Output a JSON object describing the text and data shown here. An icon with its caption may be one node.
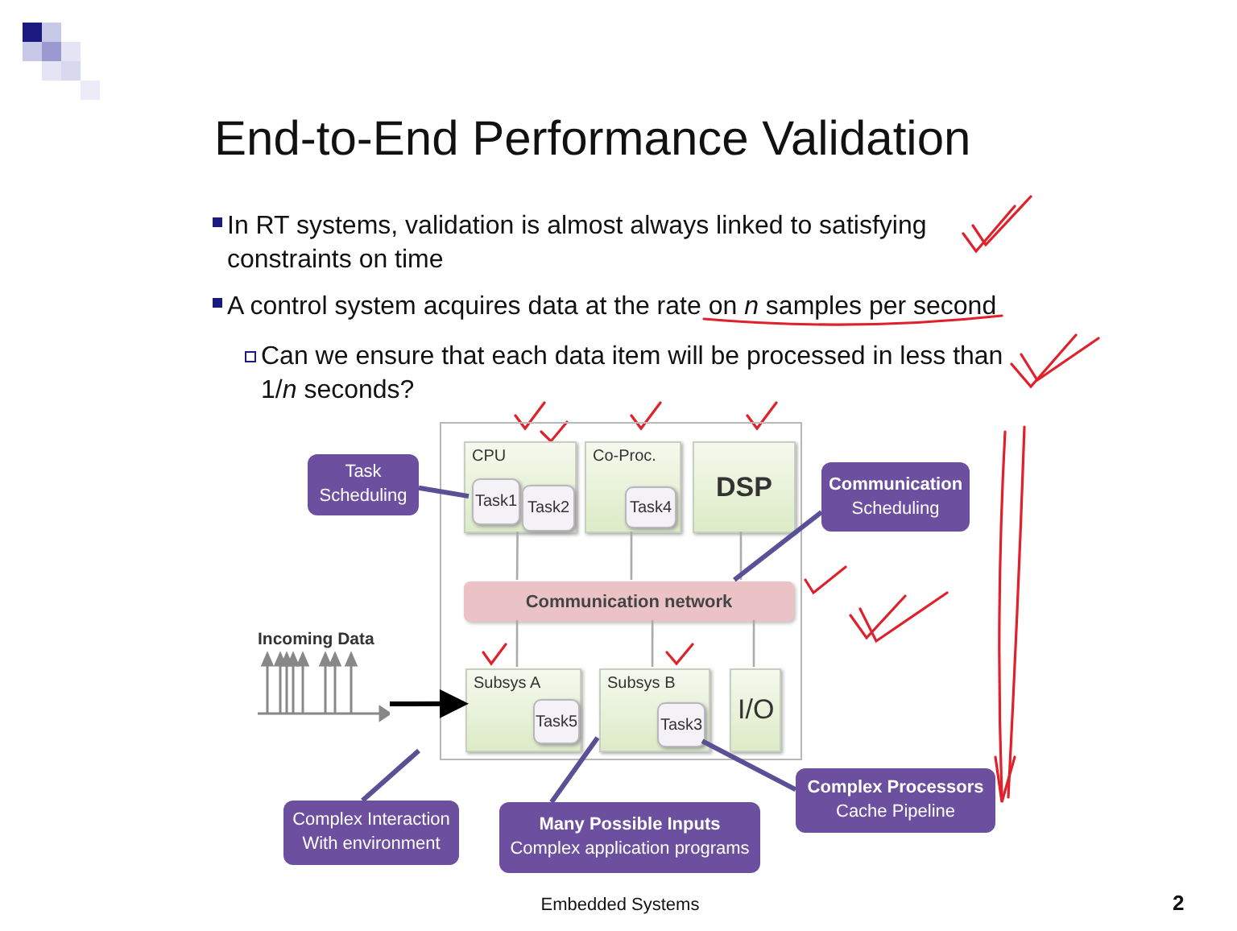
{
  "diagram": {
    "title": "End-to-End Performance Validation",
    "nodes": [
      {
        "text": [],
        "shape": "box"
      },
      {
        "text": [
          "CPU"
        ],
        "in": 0
      },
      {
        "text": [
          "Task1"
        ],
        "in": 1
      },
      {
        "text": [
          "Task2"
        ],
        "in": 1
      },
      {
        "text": [
          "Co-Proc."
        ],
        "in": 0
      },
      {
        "text": [
          "Task4"
        ],
        "in": 4
      },
      {
        "text": [
          "DSP"
        ],
        "in": 0
      },
      {
        "text": [
          "Communication network"
        ],
        "in": 0
      },
      {
        "text": [
          "Subsys A"
        ],
        "in": 0
      },
      {
        "text": [
          "Task5"
        ],
        "in": 8
      },
      {
        "text": [
          "Subsys B"
        ],
        "in": 0
      },
      {
        "text": [
          "Task3"
        ],
        "in": 10
      },
      {
        "text": [
          "I/O"
        ],
        "in": 0
      },
      {
        "text": [
          "Task Scheduling"
        ]
      },
      {
        "text": [
          "Communication",
          "Scheduling"
        ]
      },
      {
        "text": [
          "Incoming Data"
        ]
      },
      {
        "text": [
          "Complex Interaction With environment"
        ]
      },
      {
        "text": [
          "Many Possible Inputs",
          "Complex application programs"
        ]
      },
      {
        "text": [
          "Complex Processors",
          "Cache Pipeline"
        ]
      }
    ],
    "edges": [
      {
        "from": 1,
        "to": 7,
        "arrow": "none"
      },
      {
        "from": 4,
        "to": 7,
        "arrow": "none"
      },
      {
        "from": 6,
        "to": 7,
        "arrow": "none"
      },
      {
        "from": 7,
        "to": 8,
        "arrow": "none"
      },
      {
        "from": 7,
        "to": 10,
        "arrow": "none"
      },
      {
        "from": 7,
        "to": 12,
        "arrow": "none"
      },
      {
        "from": 15,
        "to": 8,
        "arrow": "to",
        "style": "thick",
        "color": "#000000"
      },
      {
        "from": 13,
        "to": 2,
        "arrow": "none",
        "style": "thick",
        "color": "#5b4f96"
      },
      {
        "from": 14,
        "to": 7,
        "arrow": "none",
        "style": "thick",
        "color": "#5b4f96"
      },
      {
        "from": 16,
        "to": null,
        "arrow": "none",
        "style": "thick",
        "color": "#5b4f96"
      },
      {
        "from": 17,
        "to": 10,
        "arrow": "none",
        "style": "thick",
        "color": "#5b4f96"
      },
      {
        "from": 18,
        "to": 11,
        "arrow": "none",
        "style": "thick",
        "color": "#5b4f96"
      }
    ],
    "labels": [
      "In RT systems, validation is almost always linked to satisfying constraints on time",
      "A control system acquires data at the rate on *n* samples per second",
      "Can we ensure that each data item will be processed in less than 1/*n* seconds?",
      "Embedded Systems",
      "2"
    ]
  }
}
